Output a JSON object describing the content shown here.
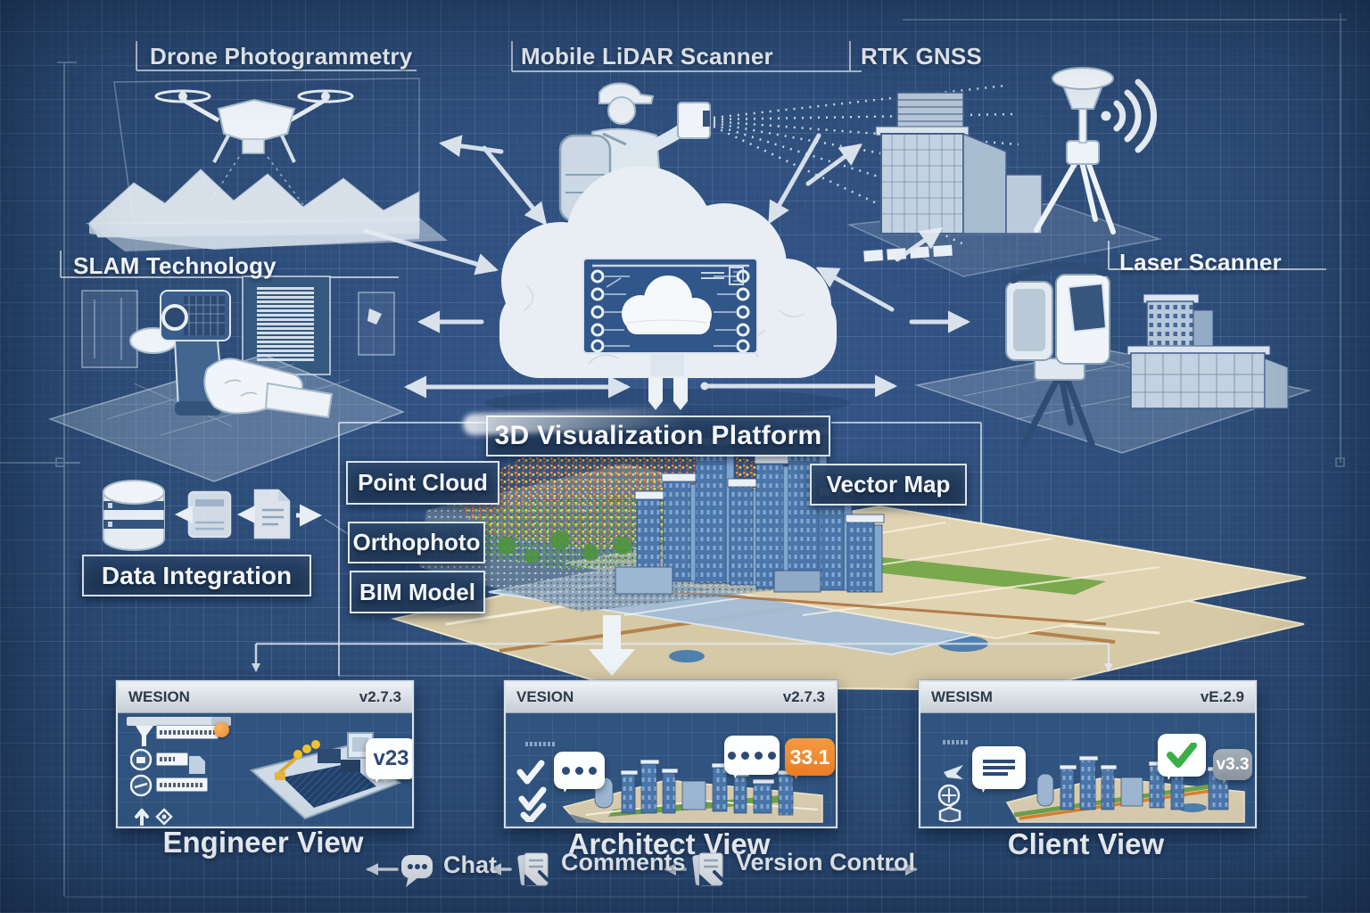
{
  "colors": {
    "background": "#2b4a74",
    "ink": "#f2f6fa",
    "accent_orange": "#ef8530",
    "accent_green": "#3cae47",
    "panel_blue": "#30547f",
    "blueprint_line": "#e3ebf3"
  },
  "sources": {
    "drone_label": "Drone Photogrammetry",
    "mobile_lidar_label": "Mobile LiDAR Scanner",
    "rtk_label": "RTK GNSS",
    "slam_label": "SLAM Technology",
    "laser_label": "Laser Scanner"
  },
  "platform": {
    "title": "3D Visualization Platform",
    "layers": {
      "point_cloud": "Point Cloud",
      "orthophoto": "Orthophoto",
      "bim_model": "BIM Model",
      "vector_map": "Vector Map"
    }
  },
  "data_integration": {
    "label": "Data Integration"
  },
  "views": [
    {
      "titlebar_left": "WESION",
      "titlebar_right": "v2.7.3",
      "badge": "v23",
      "caption": "Engineer View"
    },
    {
      "titlebar_left": "VESION",
      "titlebar_right": "v2.7.3",
      "badge": "33.1",
      "caption": "Architect View"
    },
    {
      "titlebar_left": "WESISM",
      "titlebar_right": "vE.2.9",
      "badge": "v3.3",
      "caption": "Client View"
    }
  ],
  "collaboration": {
    "chat_label": "Chat",
    "comments_label": "Comments",
    "version_control_label": "Version Control"
  }
}
